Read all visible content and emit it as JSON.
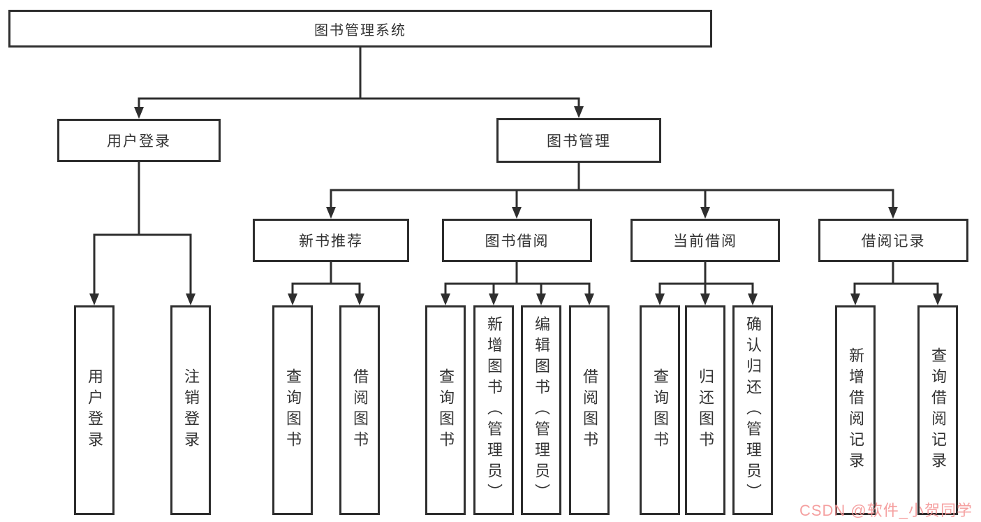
{
  "nodes": {
    "root": "图书管理系统",
    "user_login": "用户登录",
    "book_management": "图书管理",
    "new_book_recommend": "新书推荐",
    "book_borrowing": "图书借阅",
    "current_borrowing": "当前借阅",
    "borrowing_records": "借阅记录",
    "leaf_user_login": "用户登录",
    "leaf_logout": "注销登录",
    "leaf_query_books_recommend": "查询图书",
    "leaf_borrow_books_recommend": "借阅图书",
    "leaf_query_books_borrowing": "查询图书",
    "leaf_add_book_admin": "新增图书（管理员）",
    "leaf_edit_book_admin": "编辑图书（管理员）",
    "leaf_borrow_books_borrowing": "借阅图书",
    "leaf_query_books_current": "查询图书",
    "leaf_return_book": "归还图书",
    "leaf_confirm_return_admin": "确认归还（管理员）",
    "leaf_add_borrow_record": "新增借阅记录",
    "leaf_query_borrow_record": "查询借阅记录"
  },
  "watermark": {
    "text": "CSDN @软件_小贺同学",
    "color": "#F49898"
  },
  "colors": {
    "background": "#FFFFFF",
    "box_border": "#2E2E2E",
    "connector_line": "#2E2E2E",
    "node_text": "#333333"
  }
}
